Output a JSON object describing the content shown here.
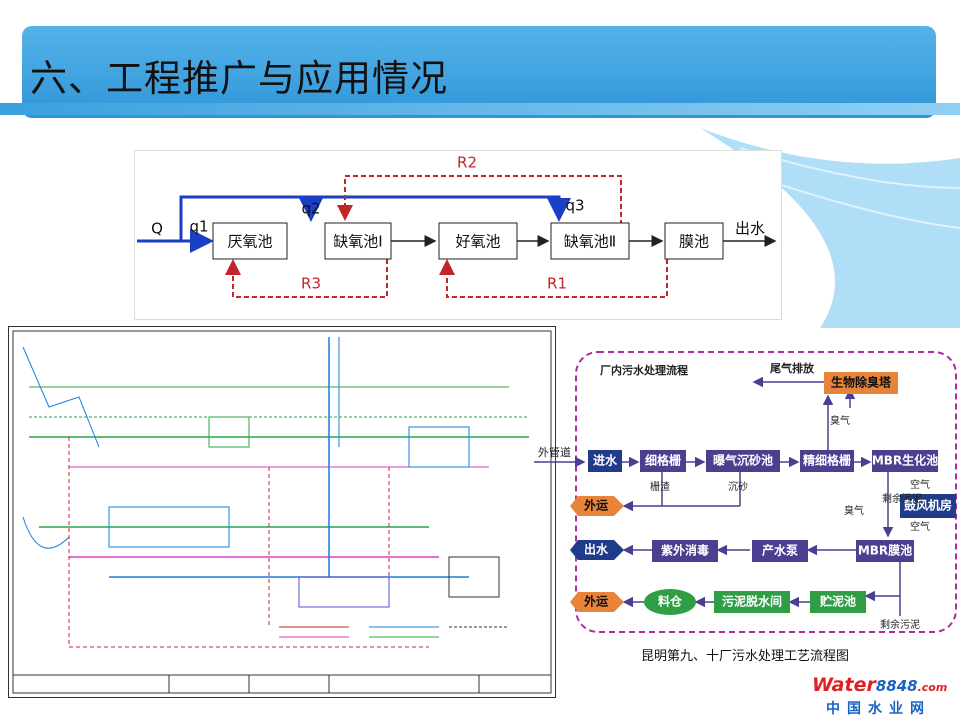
{
  "title": "六、工程推广与应用情况",
  "process": {
    "inlet": "Q",
    "outlet": "出水",
    "nodes": [
      "厌氧池",
      "缺氧池Ⅰ",
      "好氧池",
      "缺氧池Ⅱ",
      "膜池"
    ],
    "flow_labels": [
      "q1",
      "q2",
      "q3"
    ],
    "recycles": [
      "R1",
      "R2",
      "R3"
    ]
  },
  "colors": {
    "feed": "#1a3fc4",
    "recycle": "#c0262a",
    "purple": "#4b3f8f",
    "green": "#2f9e44",
    "orange": "#e8833a",
    "navy": "#1f3b8a"
  },
  "flowchart": {
    "title": "厂内污水处理流程",
    "exhaust": "尾气排放",
    "deodor": "生物除臭塔",
    "external_pipe": "外管道",
    "inlet": "进水",
    "row1": [
      "细格栅",
      "曝气沉砂池",
      "精细格栅",
      "MBR生化池"
    ],
    "row2": [
      "紫外消毒",
      "产水泵",
      "MBR膜池"
    ],
    "row3": [
      "料仓",
      "污泥脱水间",
      "贮泥池"
    ],
    "out_labels": [
      "外运",
      "出水",
      "外运"
    ],
    "blower": "鼓风机房",
    "side_labels": [
      "栅渣",
      "沉砂",
      "臭气",
      "臭气",
      "剩余污泥",
      "空气",
      "空气",
      "剩余污泥"
    ]
  },
  "caption": "昆明第九、十厂污水处理工艺流程图",
  "logo": {
    "en": "Water",
    "num": "8848",
    "dot": ".com",
    "cn": "中国水业网"
  }
}
